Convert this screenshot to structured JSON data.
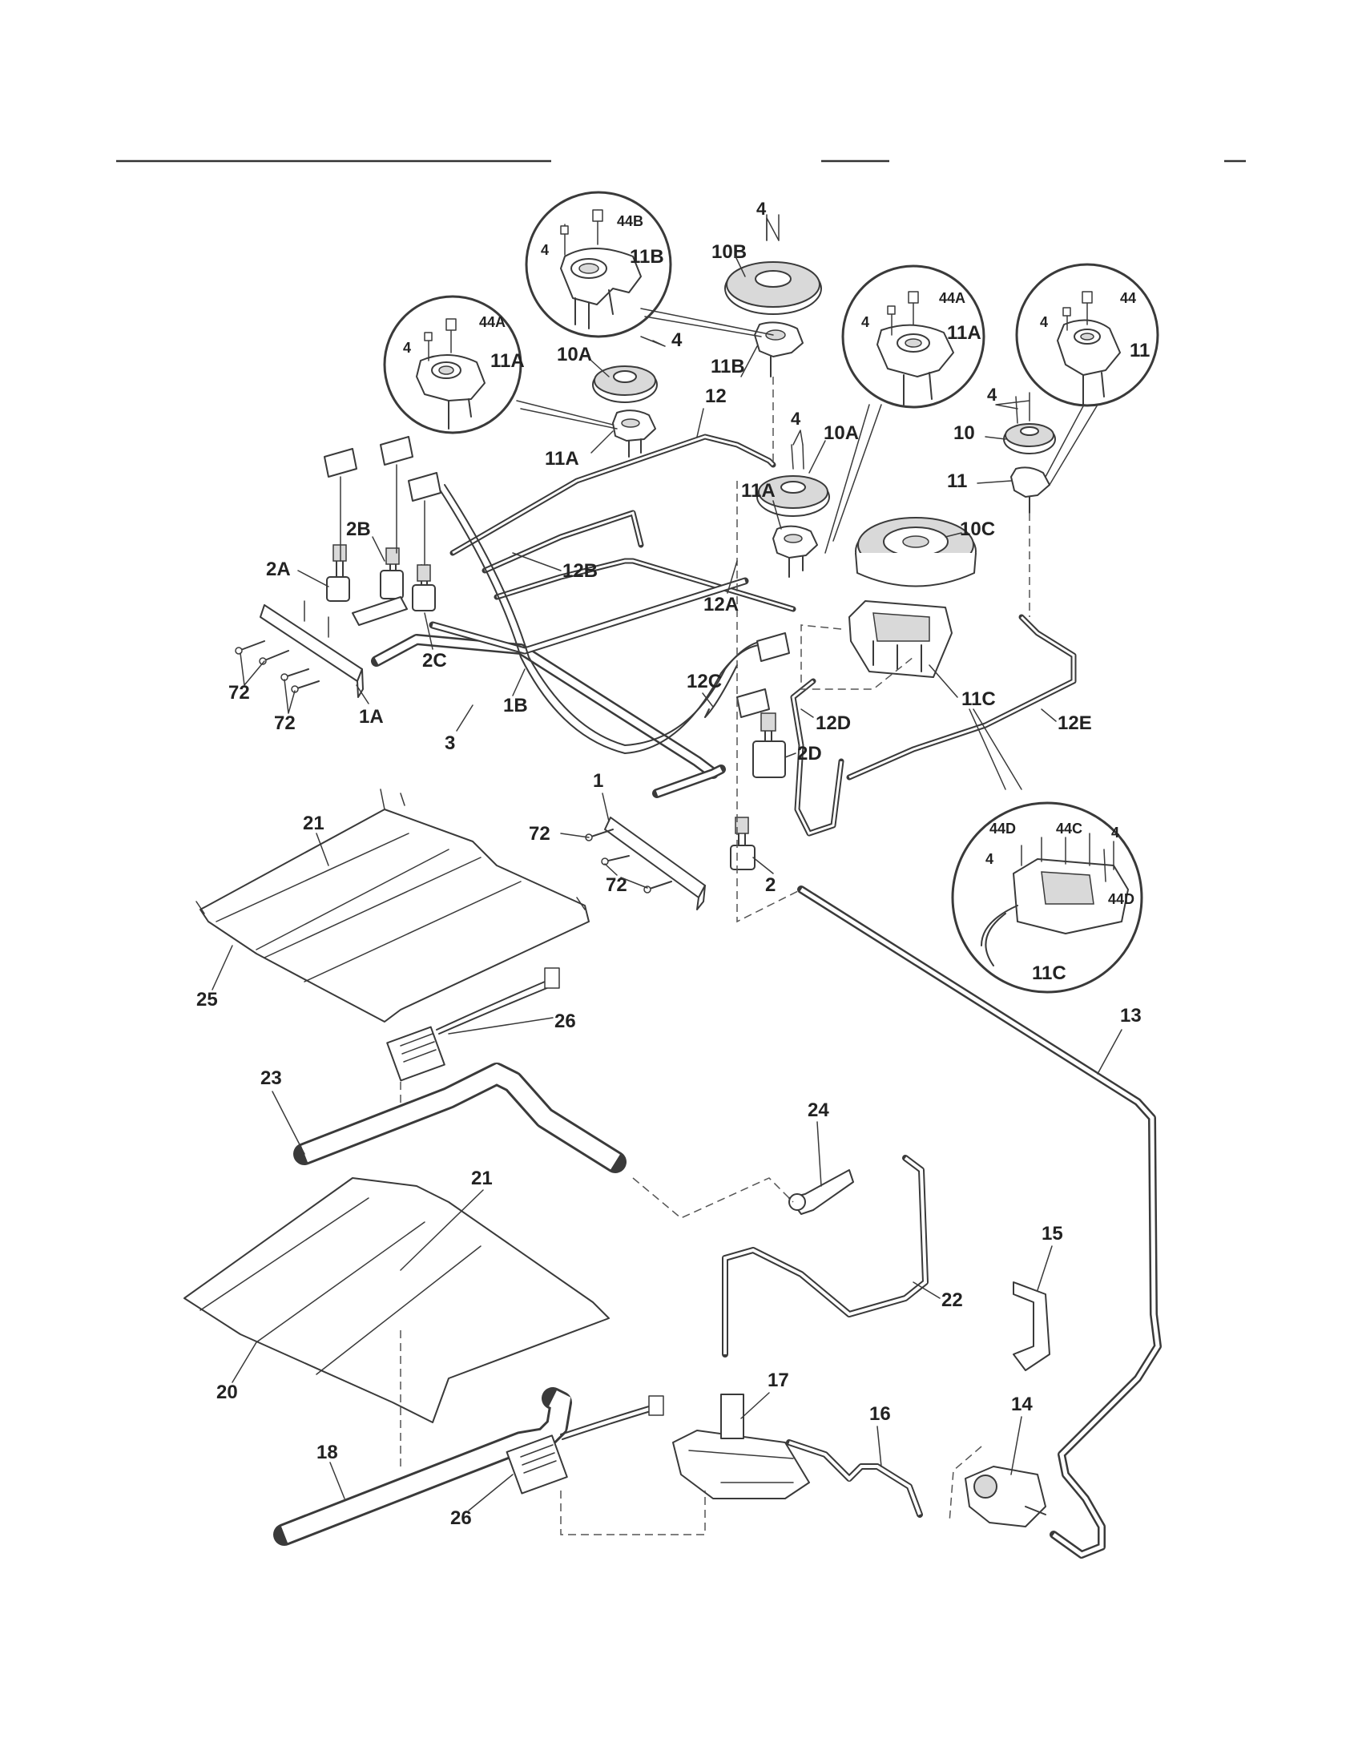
{
  "header_rule_color": "#333333",
  "line_color": "#3a3a3a",
  "labels": {
    "l_4_top": "4",
    "l_44b": "44B",
    "l_4_44b": "4",
    "l_11b_circle": "11B",
    "l_10b": "10B",
    "l_44a_left": "44A",
    "l_4_44a_left": "4",
    "l_11a_circle_left": "11A",
    "l_10a_mid": "10A",
    "l_4_10a_mid": "4",
    "l_11b_small": "11B",
    "l_11a_small_left": "11A",
    "l_12": "12",
    "l_44a_right": "44A",
    "l_4_44a_right": "4",
    "l_11a_circle_right": "11A",
    "l_44": "44",
    "l_4_44": "4",
    "l_11_circle": "11",
    "l_4_right": "4",
    "l_10": "10",
    "l_11_small": "11",
    "l_4_10a_right": "4",
    "l_10a_right": "10A",
    "l_11a_small_right": "11A",
    "l_10c": "10C",
    "l_2a": "2A",
    "l_2b": "2B",
    "l_12b": "12B",
    "l_12a": "12A",
    "l_2c": "2C",
    "l_72_a": "72",
    "l_72_b": "72",
    "l_1a": "1A",
    "l_1b": "1B",
    "l_3": "3",
    "l_12c": "12C",
    "l_12d": "12D",
    "l_2d": "2D",
    "l_11c_small": "11C",
    "l_12e": "12E",
    "l_1": "1",
    "l_72_c": "72",
    "l_72_d": "72",
    "l_2": "2",
    "l_44d_left": "44D",
    "l_44c": "44C",
    "l_4_44c": "4",
    "l_4_44d": "4",
    "l_44d_right": "44D",
    "l_11c_circle": "11C",
    "l_21_top": "21",
    "l_25": "25",
    "l_26_top": "26",
    "l_13": "13",
    "l_23": "23",
    "l_24": "24",
    "l_21_bottom": "21",
    "l_22": "22",
    "l_15": "15",
    "l_20": "20",
    "l_17": "17",
    "l_16": "16",
    "l_14": "14",
    "l_18": "18",
    "l_26_bottom": "26"
  }
}
